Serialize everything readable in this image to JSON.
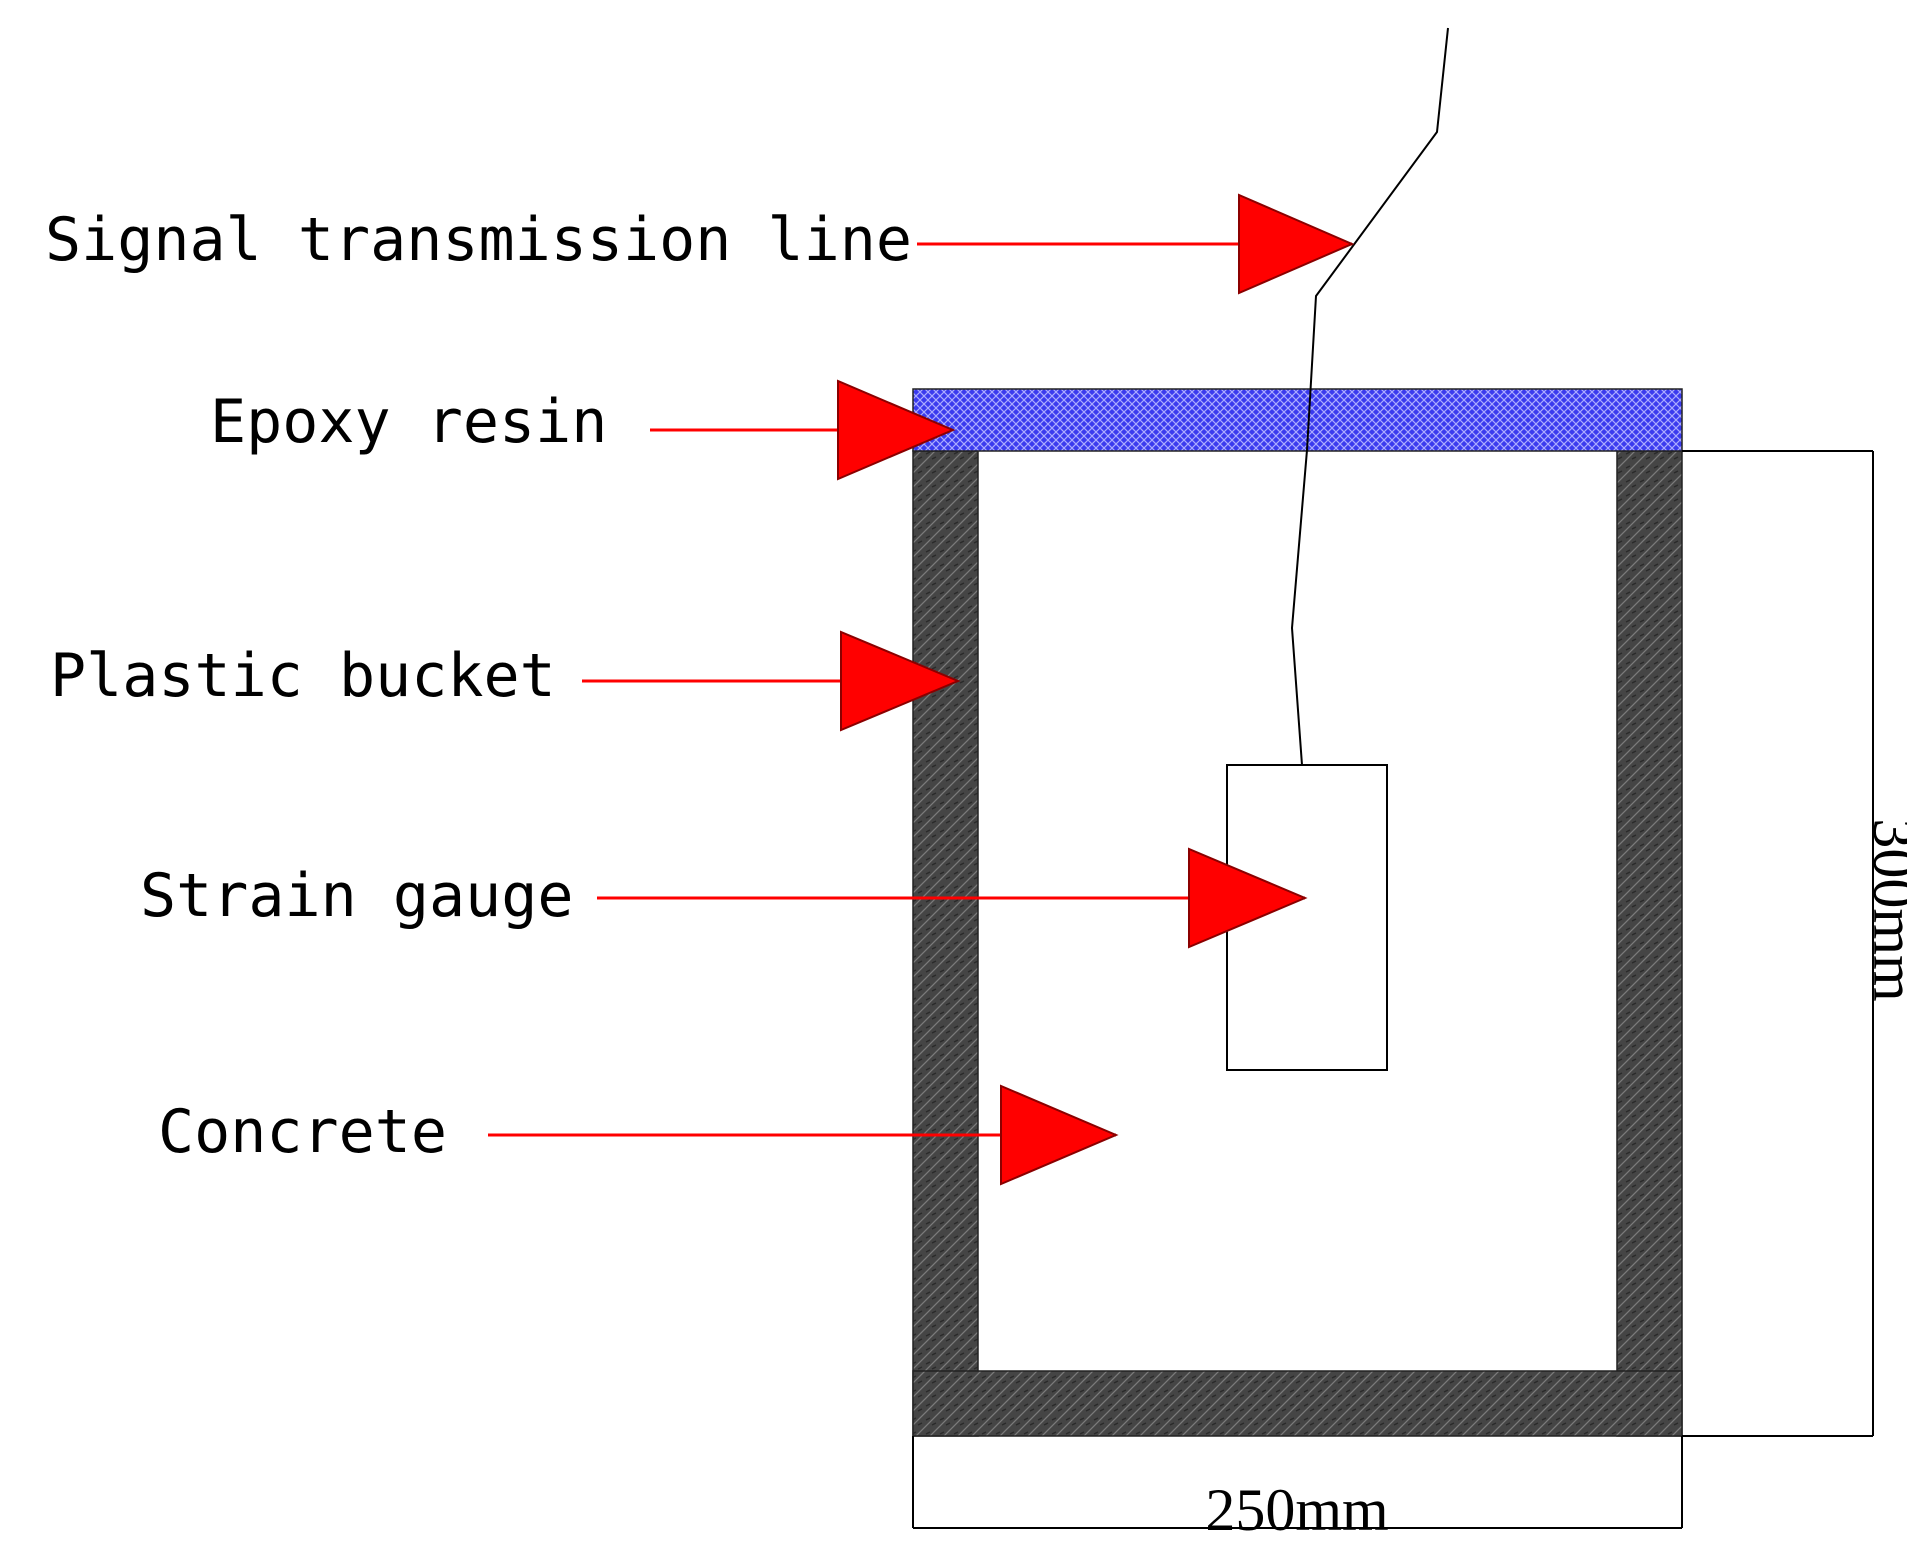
{
  "labels": {
    "signal_line": "Signal transmission line",
    "epoxy": "Epoxy resin",
    "bucket": "Plastic bucket",
    "gauge": "Strain gauge",
    "concrete": "Concrete"
  },
  "dimensions": {
    "width": "250mm",
    "height": "300mm"
  },
  "colors": {
    "arrow": "#ff0000",
    "epoxy_fill": "#3333ee",
    "bucket_wall": "#444444",
    "line": "#000000"
  }
}
